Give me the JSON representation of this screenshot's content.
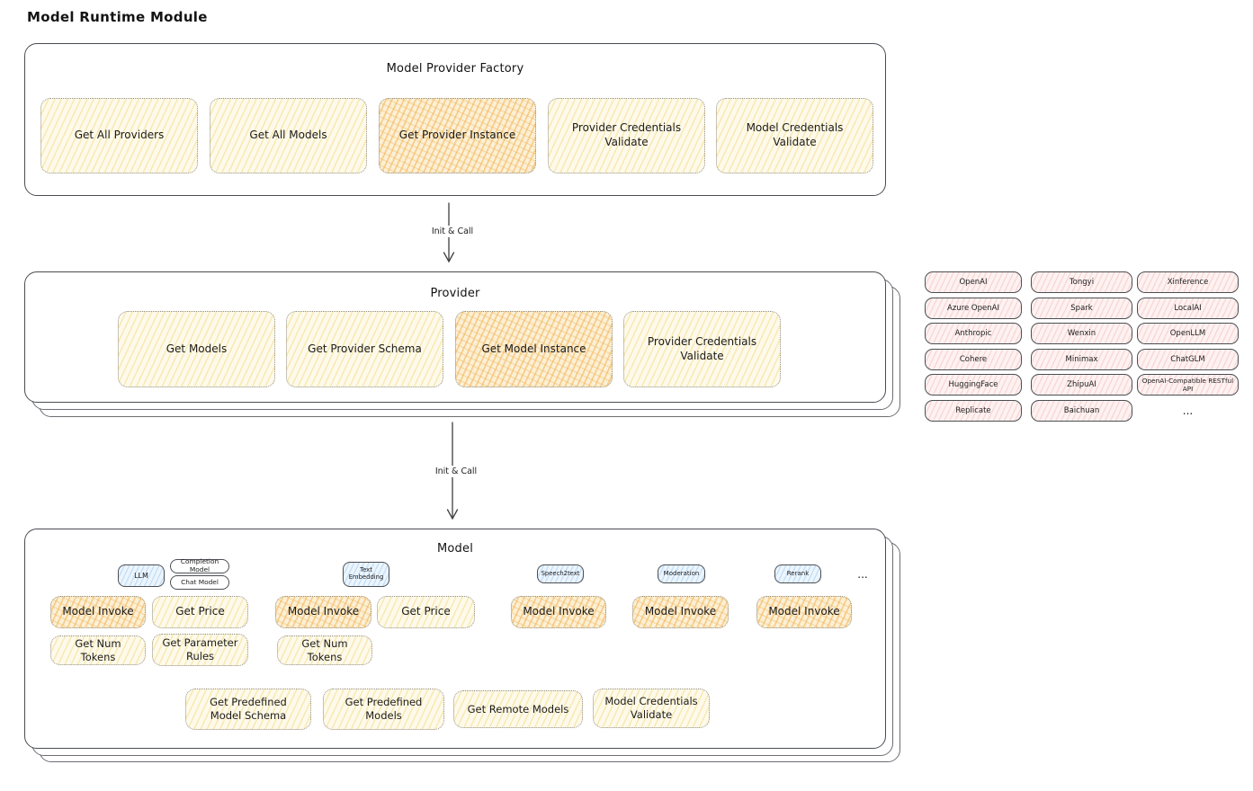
{
  "title": "Model Runtime Module",
  "arrow1": {
    "label": "Init & Call"
  },
  "arrow2": {
    "label": "Init & Call"
  },
  "factory": {
    "title": "Model Provider Factory",
    "boxes": [
      {
        "label": "Get All Providers",
        "variant": "yellow"
      },
      {
        "label": "Get All Models",
        "variant": "yellow"
      },
      {
        "label": "Get Provider Instance",
        "variant": "orange"
      },
      {
        "label": "Provider Credentials Validate",
        "variant": "yellow"
      },
      {
        "label": "Model Credentials Validate",
        "variant": "yellow"
      }
    ]
  },
  "provider": {
    "title": "Provider",
    "boxes": [
      {
        "label": "Get Models",
        "variant": "yellow"
      },
      {
        "label": "Get Provider Schema",
        "variant": "yellow"
      },
      {
        "label": "Get Model Instance",
        "variant": "orange"
      },
      {
        "label": "Provider Credentials Validate",
        "variant": "yellow"
      }
    ]
  },
  "providers_list": {
    "items": [
      "OpenAI",
      "Tongyi",
      "Xinference",
      "Azure OpenAI",
      "Spark",
      "LocalAI",
      "Anthropic",
      "Wenxin",
      "OpenLLM",
      "Cohere",
      "Minimax",
      "ChatGLM",
      "HuggingFace",
      "ZhipuAI",
      "OpenAI-Compatible RESTful API",
      "Replicate",
      "Baichuan"
    ],
    "more": "..."
  },
  "model": {
    "title": "Model",
    "tags": [
      "LLM",
      "Completion Model",
      "Chat Model",
      "Text Embedding",
      "Speech2text",
      "Moderation",
      "Rerank"
    ],
    "tags_more": "...",
    "ops": [
      "Model Invoke",
      "Get Price",
      "Model Invoke",
      "Get Price",
      "Model Invoke",
      "Model Invoke",
      "Model Invoke"
    ],
    "ops2": [
      "Get Num Tokens",
      "Get Parameter Rules",
      "Get Num Tokens"
    ],
    "bottom": [
      "Get Predefined Model Schema",
      "Get Predefined Models",
      "Get Remote Models",
      "Model Credentials Validate"
    ]
  },
  "colors": {
    "yellow_fill": "#fdf6dd",
    "orange_fill": "#fbe7c0",
    "pink_fill": "#fdf0ef",
    "blue_fill": "#e3f1fc",
    "border_dark": "#4a4d52",
    "border_dotted": "#90908a"
  }
}
